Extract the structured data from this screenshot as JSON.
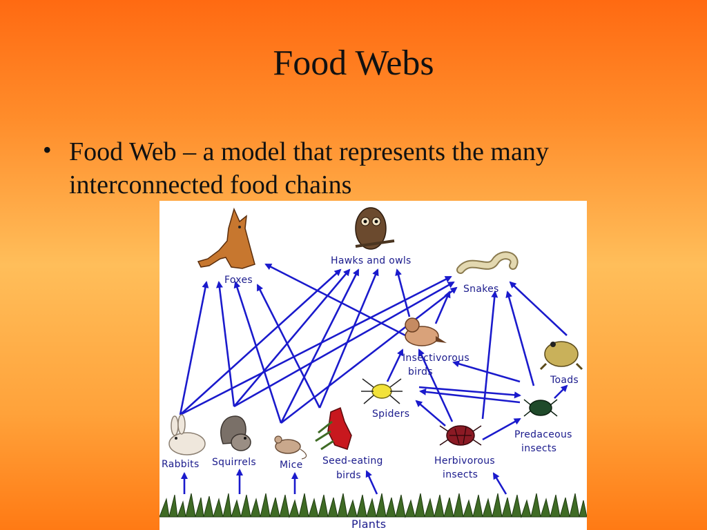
{
  "slide": {
    "title": "Food Webs",
    "bullet": "Food Web – a model that represents the many interconnected food chains"
  },
  "diagram": {
    "nodes": {
      "foxes": "Foxes",
      "hawks_owls": "Hawks and owls",
      "snakes": "Snakes",
      "insectivorous_birds_1": "Insectivorous",
      "insectivorous_birds_2": "birds",
      "toads": "Toads",
      "spiders": "Spiders",
      "predaceous_1": "Predaceous",
      "predaceous_2": "insects",
      "rabbits": "Rabbits",
      "squirrels": "Squirrels",
      "mice": "Mice",
      "seed_birds_1": "Seed-eating",
      "seed_birds_2": "birds",
      "herbivorous_1": "Herbivorous",
      "herbivorous_2": "insects",
      "plants": "Plants"
    },
    "arrow_color": "#1a1acc"
  }
}
